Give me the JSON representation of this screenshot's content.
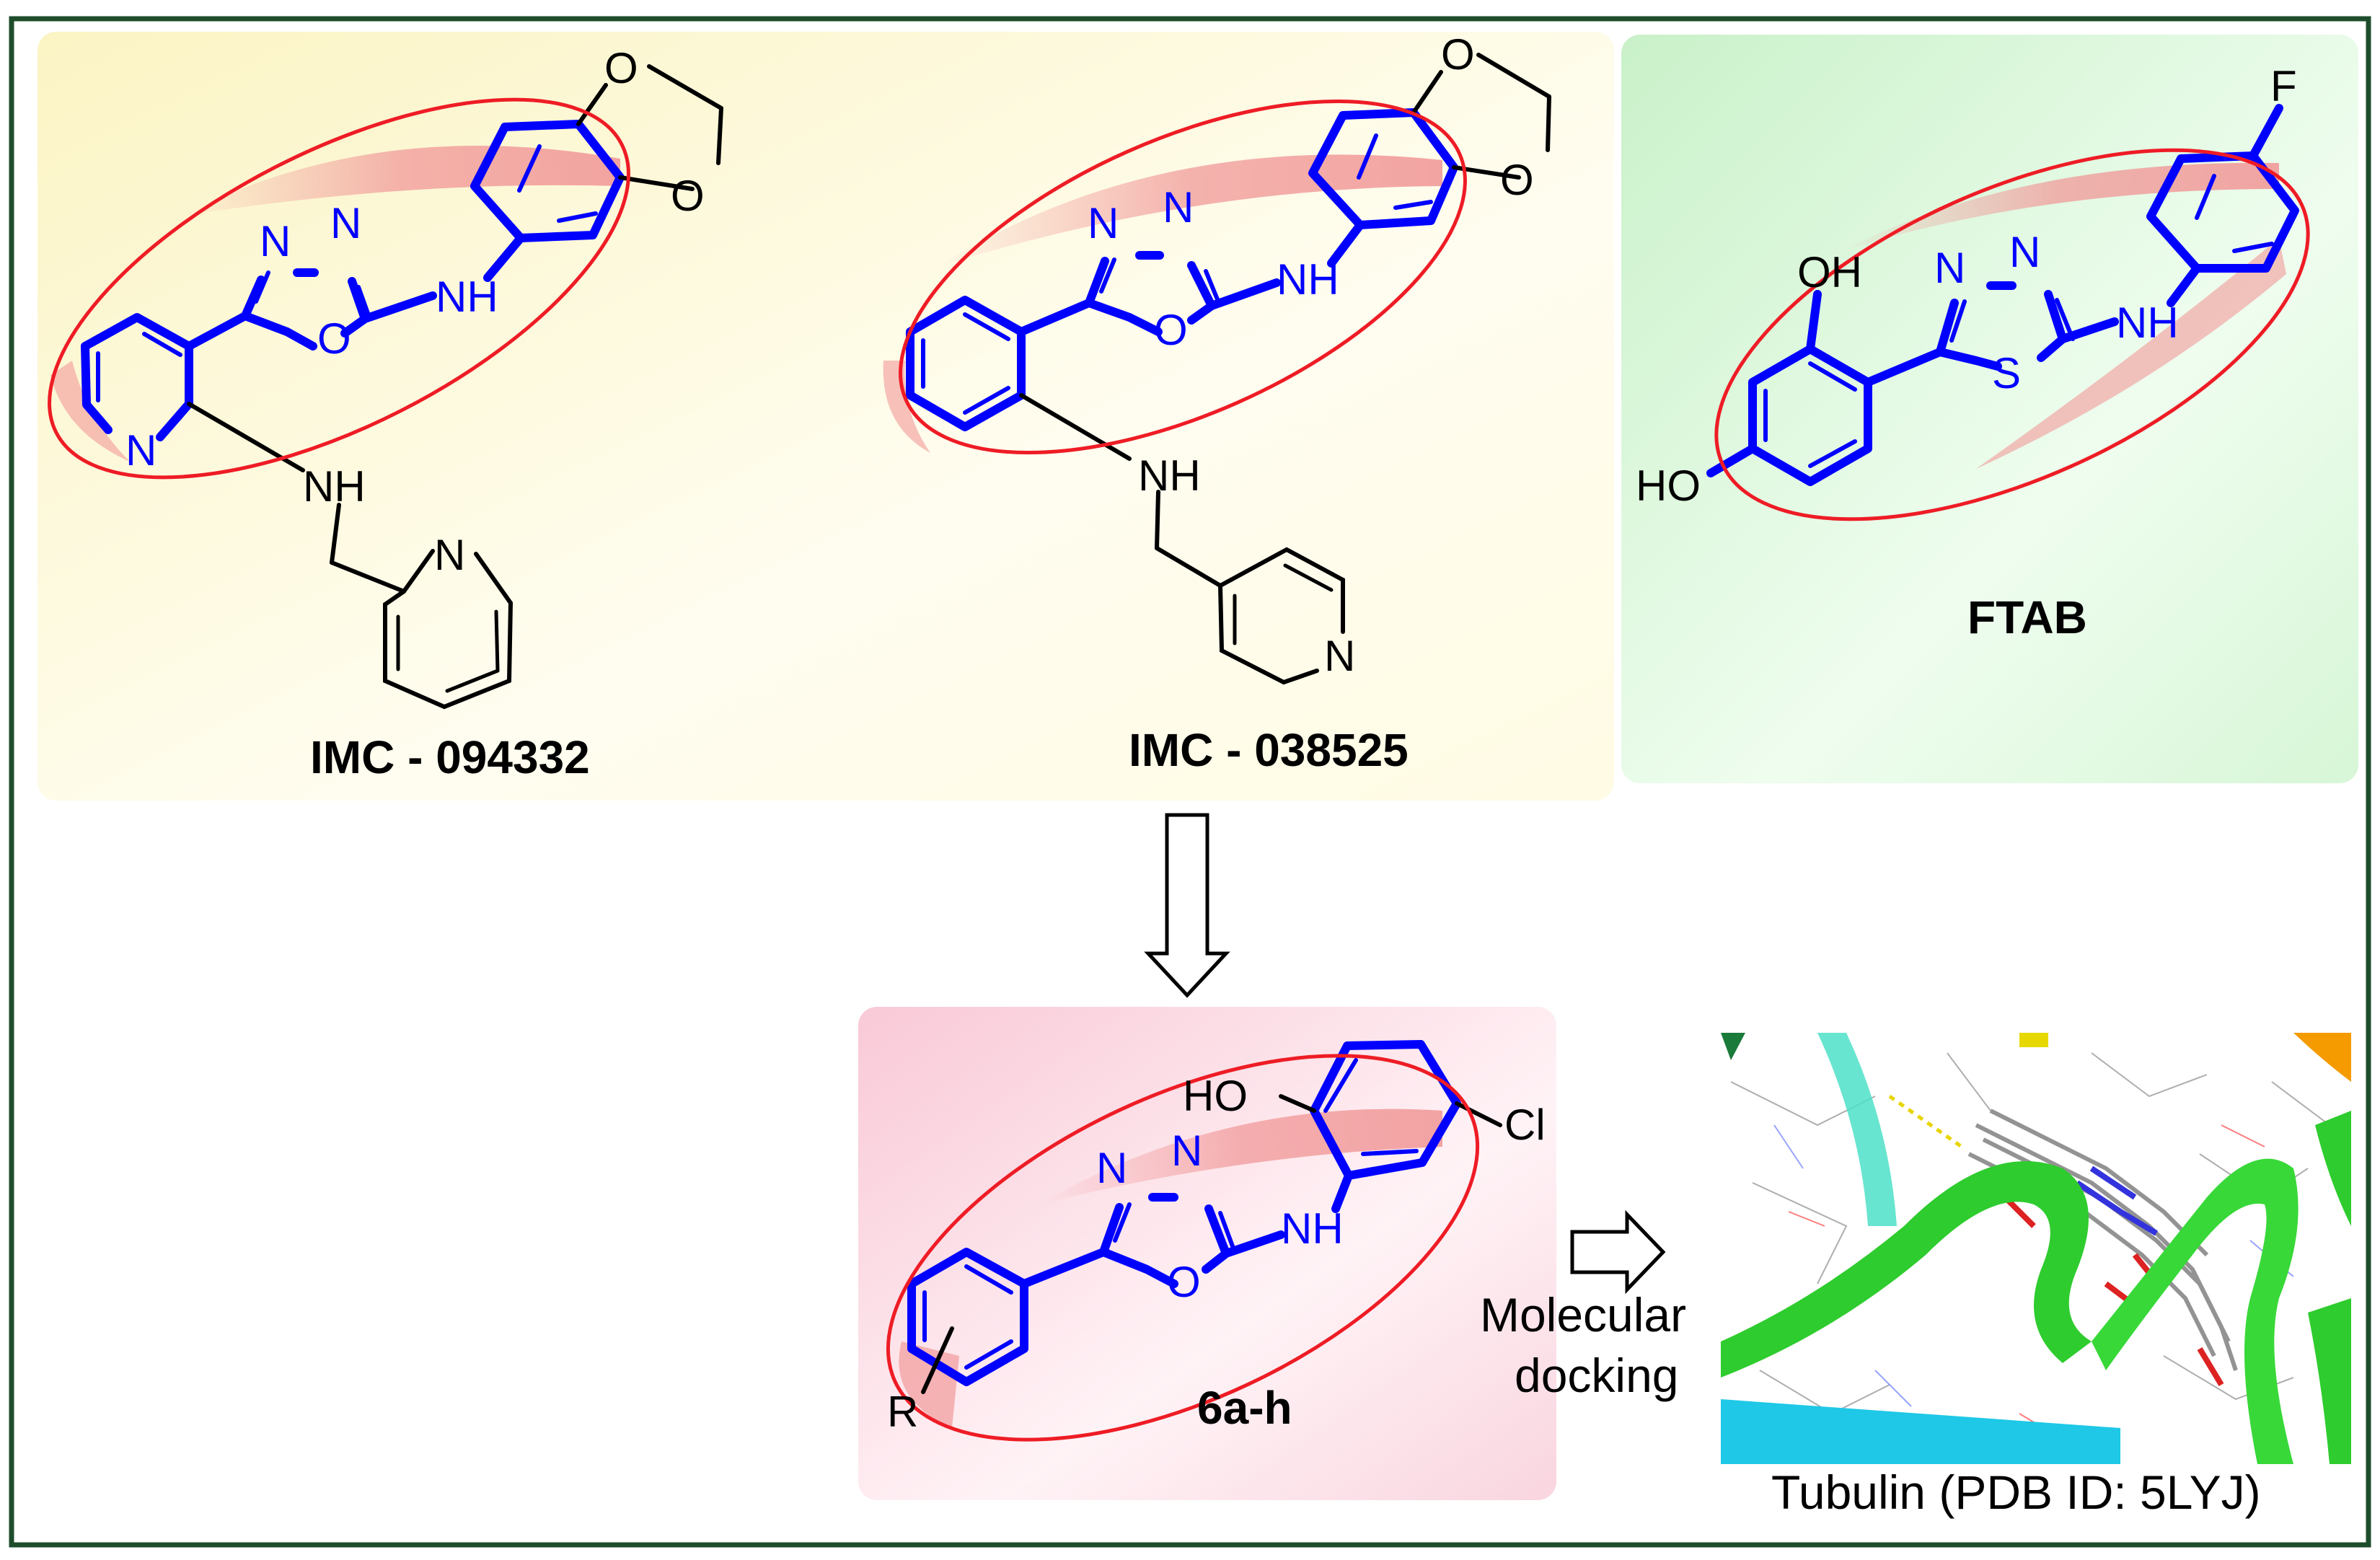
{
  "compounds": {
    "imc1": {
      "name": "IMC - 094332",
      "atoms": {
        "n1": "N",
        "n2": "N",
        "o_ring": "O",
        "nh": "NH",
        "n_pyr": "N",
        "nh2": "NH",
        "n_pyr2": "N",
        "o1": "O",
        "o2": "O"
      }
    },
    "imc2": {
      "name": "IMC - 038525",
      "atoms": {
        "n1": "N",
        "n2": "N",
        "o_ring": "O",
        "nh": "NH",
        "nh2": "NH",
        "n_pyr": "N",
        "o1": "O",
        "o2": "O"
      }
    },
    "ftab": {
      "name": "FTAB",
      "atoms": {
        "f": "F",
        "oh1": "OH",
        "oh2": "HO",
        "n1": "N",
        "n2": "N",
        "s": "S",
        "nh": "NH"
      }
    },
    "target": {
      "name": "6a-h",
      "atoms": {
        "ho": "HO",
        "cl": "Cl",
        "n1": "N",
        "n2": "N",
        "o_ring": "O",
        "nh": "NH",
        "r": "R"
      }
    }
  },
  "docking": {
    "label_line1": "Molecular",
    "label_line2": "docking",
    "caption": "Tubulin (PDB ID: 5LYJ)"
  },
  "colors": {
    "frame": "#1e4d2b",
    "panel_yellow": "#fdf9d9",
    "panel_green": "#d8f5d8",
    "panel_pink": "#fbe0e8",
    "bond_blue": "#0000ff",
    "bond_black": "#000000",
    "ellipse": "#ee1c25",
    "highlight": "#f4a0a0"
  }
}
